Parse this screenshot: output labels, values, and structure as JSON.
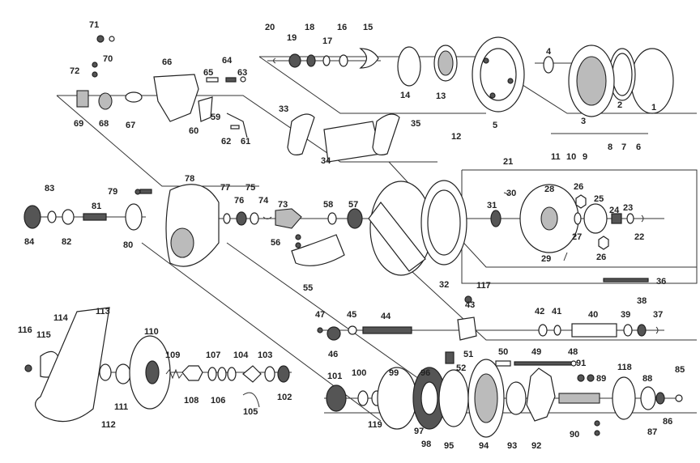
{
  "labels": {
    "l1": "1",
    "l2": "2",
    "l3": "3",
    "l4": "4",
    "l5": "5",
    "l6": "6",
    "l7": "7",
    "l8": "8",
    "l9": "9",
    "l10": "10",
    "l11": "11",
    "l12": "12",
    "l13": "13",
    "l14": "14",
    "l15": "15",
    "l16": "16",
    "l17": "17",
    "l18": "18",
    "l19": "19",
    "l20": "20",
    "l21": "21",
    "l22": "22",
    "l23": "23",
    "l24": "24",
    "l25": "25",
    "l26a": "26",
    "l26b": "26",
    "l27": "27",
    "l28": "28",
    "l29": "29",
    "l30": "30",
    "l31": "31",
    "l32": "32",
    "l33": "33",
    "l34": "34",
    "l35": "35",
    "l36": "36",
    "l37": "37",
    "l38": "38",
    "l39": "39",
    "l40": "40",
    "l41": "41",
    "l42": "42",
    "l43": "43",
    "l44": "44",
    "l45": "45",
    "l46": "46",
    "l47": "47",
    "l48": "48",
    "l49": "49",
    "l50": "50",
    "l51": "51",
    "l52": "52",
    "l55": "55",
    "l56": "56",
    "l57": "57",
    "l58": "58",
    "l59": "59",
    "l60": "60",
    "l61": "61",
    "l62": "62",
    "l63": "63",
    "l64": "64",
    "l65": "65",
    "l66": "66",
    "l67": "67",
    "l68": "68",
    "l69": "69",
    "l70": "70",
    "l71": "71",
    "l72": "72",
    "l73": "73",
    "l74": "74",
    "l75": "75",
    "l76": "76",
    "l77": "77",
    "l78": "78",
    "l79": "79",
    "l80": "80",
    "l81": "81",
    "l82": "82",
    "l83": "83",
    "l84": "84",
    "l85": "85",
    "l86": "86",
    "l87": "87",
    "l88": "88",
    "l89": "89",
    "l90": "90",
    "l91": "91",
    "l92": "92",
    "l93": "93",
    "l94": "94",
    "l95": "95",
    "l96": "96",
    "l97": "97",
    "l98": "98",
    "l99": "99",
    "l100": "100",
    "l101": "101",
    "l102": "102",
    "l103": "103",
    "l104": "104",
    "l105": "105",
    "l106": "106",
    "l107": "107",
    "l108": "108",
    "l109": "109",
    "l110": "110",
    "l111": "111",
    "l112": "112",
    "l113": "113",
    "l114": "114",
    "l115": "115",
    "l116": "116",
    "l117": "117",
    "l118": "118",
    "l119": "119"
  }
}
